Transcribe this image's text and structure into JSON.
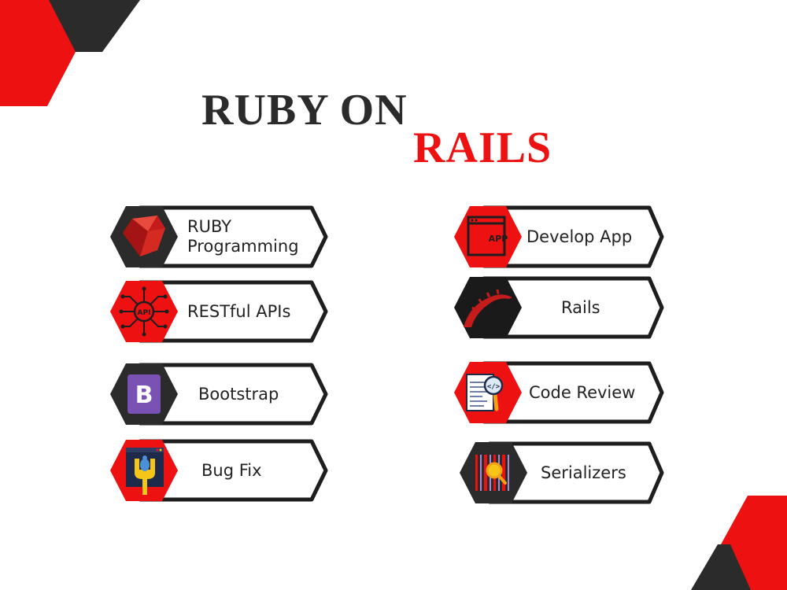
{
  "title": {
    "line1": "RUBY ON",
    "line2": "RAILS"
  },
  "colors": {
    "accent": "#ee1111",
    "dark": "#2b2b2b"
  },
  "items": [
    {
      "label": "RUBY\nProgramming",
      "icon": "ruby-gem-icon",
      "hex": "dark"
    },
    {
      "label": "RESTful APIs",
      "icon": "api-circuit-icon",
      "hex": "red"
    },
    {
      "label": "Bootstrap",
      "icon": "bootstrap-logo-icon",
      "hex": "dark"
    },
    {
      "label": "Bug Fix",
      "icon": "bug-fix-wrench-icon",
      "hex": "red"
    },
    {
      "label": "Develop App",
      "icon": "app-window-icon",
      "hex": "red"
    },
    {
      "label": "Rails",
      "icon": "rails-logo-icon",
      "hex": "dark"
    },
    {
      "label": "Code Review",
      "icon": "code-review-icon",
      "hex": "red"
    },
    {
      "label": "Serializers",
      "icon": "barcode-magnifier-icon",
      "hex": "dark"
    }
  ],
  "icons": {
    "api_text": "API",
    "app_text": "APP",
    "bootstrap_letter": "B"
  }
}
